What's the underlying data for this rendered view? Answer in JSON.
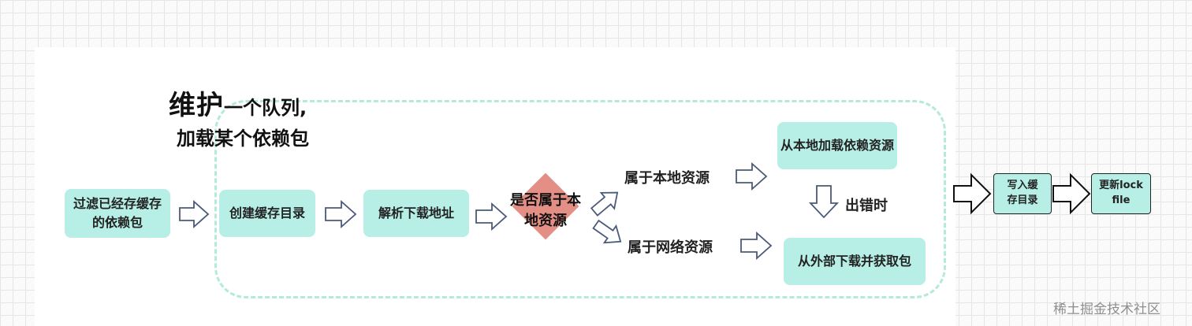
{
  "title": {
    "main": "维护",
    "rest": "一个队列,",
    "line2": "加载某个依赖包"
  },
  "nodes": {
    "filter": "过滤已经存缓存的依赖包",
    "create_cache_dir": "创建缓存目录",
    "parse_url": "解析下载地址",
    "is_local": "是否属于本地资源",
    "local_resource": "属于本地资源",
    "network_resource": "属于网络资源",
    "load_local": "从本地加载依赖资源",
    "on_error": "出错时",
    "download_external": "从外部下载并获取包",
    "write_cache": "写入缓存目录",
    "update_lockfile": "更新lockfile"
  },
  "watermark": "稀土掘金技术社区",
  "colors": {
    "node_fill": "#b7efe6",
    "decision_fill": "#e38f86",
    "dashed_border": "#b4ead8",
    "arrow_stroke": "#4a5a78"
  },
  "icons": {
    "arrow": "hollow-block-arrow"
  }
}
